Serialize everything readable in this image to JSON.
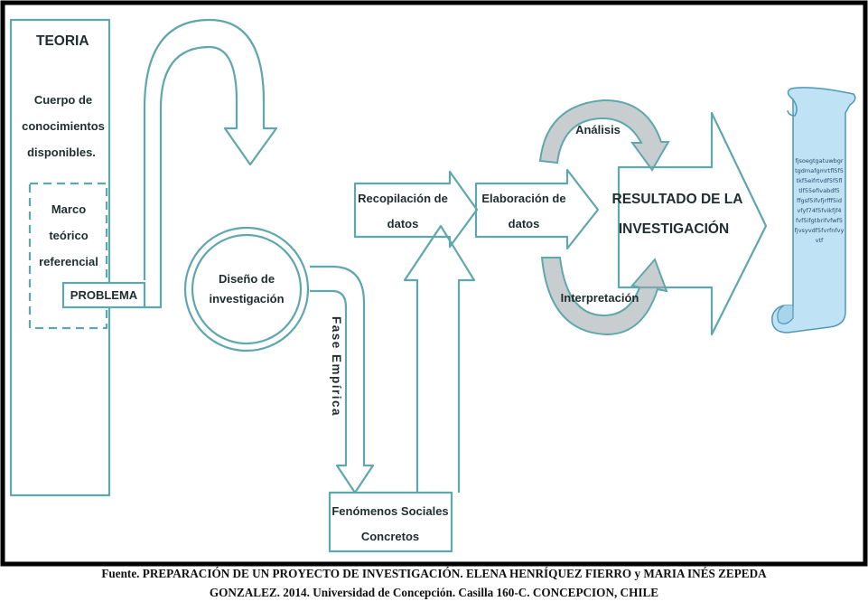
{
  "diagram": {
    "teoria_title": "TEORIA",
    "cuerpo": [
      "Cuerpo de",
      "conocimientos",
      "disponibles."
    ],
    "marco": [
      "Marco",
      "teórico",
      "referencial"
    ],
    "problema": "PROBLEMA",
    "diseno": [
      "Diseño de",
      "investigación"
    ],
    "fase": "Fase Empírica",
    "recopilacion": [
      "Recopilación de",
      "datos"
    ],
    "fenomenos": [
      "Fenómenos Sociales",
      "Concretos"
    ],
    "elaboracion": [
      "Elaboración de",
      "datos"
    ],
    "analisis": "Análisis",
    "interpretacion": "Interpretación",
    "resultado": [
      "RESULTADO DE LA",
      "INVESTIGACIÓN"
    ]
  },
  "caption": {
    "line1": "Fuente. PREPARACIÓN DE UN PROYECTO DE INVESTIGACIÓN. ELENA HENRÍQUEZ FIERRO y MARIA INÉS ZEPEDA",
    "line2": "GONZALEZ. 2014. Universidad de Concepción. Casilla 160-C. CONCEPCION, CHILE"
  },
  "colors": {
    "stroke": "#5fa7ae",
    "border": "#000000",
    "scroll_fill": "#bfe3f5",
    "arc_fill": "#9aa6a8"
  }
}
